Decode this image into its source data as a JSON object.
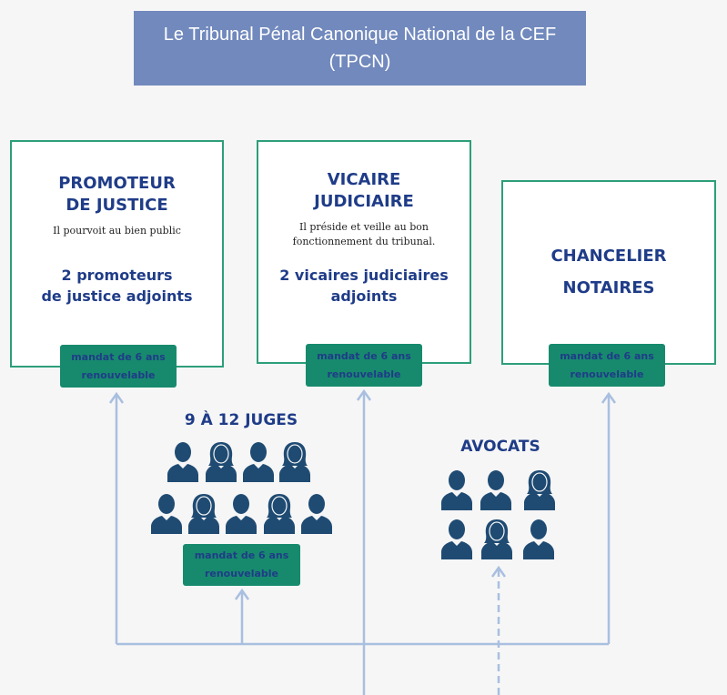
{
  "title": {
    "line1": "Le Tribunal Pénal Canonique National de la CEF",
    "line2": "(TPCN)"
  },
  "promoteur": {
    "heading_line1": "PROMOTEUR",
    "heading_line2": "DE JUSTICE",
    "description": "Il pourvoit au bien public",
    "sub_line1": "2 promoteurs",
    "sub_line2": "de justice adjoints",
    "mandat_line1": "mandat de 6 ans",
    "mandat_line2": "renouvelable"
  },
  "vicaire": {
    "heading_line1": "VICAIRE",
    "heading_line2": "JUDICIAIRE",
    "description_line1": "Il préside et veille au bon",
    "description_line2": "fonctionnement du tribunal.",
    "sub_line1": "2 vicaires judiciaires",
    "sub_line2": "adjoints",
    "mandat_line1": "mandat de 6 ans",
    "mandat_line2": "renouvelable"
  },
  "chancelier": {
    "heading_line1": "CHANCELIER",
    "heading_line2": "NOTAIRES",
    "mandat_line1": "mandat de 6 ans",
    "mandat_line2": "renouvelable"
  },
  "juges": {
    "title": "9 À 12 JUGES",
    "mandat_line1": "mandat de 6 ans",
    "mandat_line2": "renouvelable"
  },
  "avocats": {
    "title": "AVOCATS"
  },
  "colors": {
    "title_bg": "#7189bd",
    "box_border": "#2d9e7a",
    "mandat_bg": "#178a6d",
    "text_navy": "#1f3c88",
    "person_icon": "#1f4b73",
    "connector": "#a9bfe0"
  }
}
